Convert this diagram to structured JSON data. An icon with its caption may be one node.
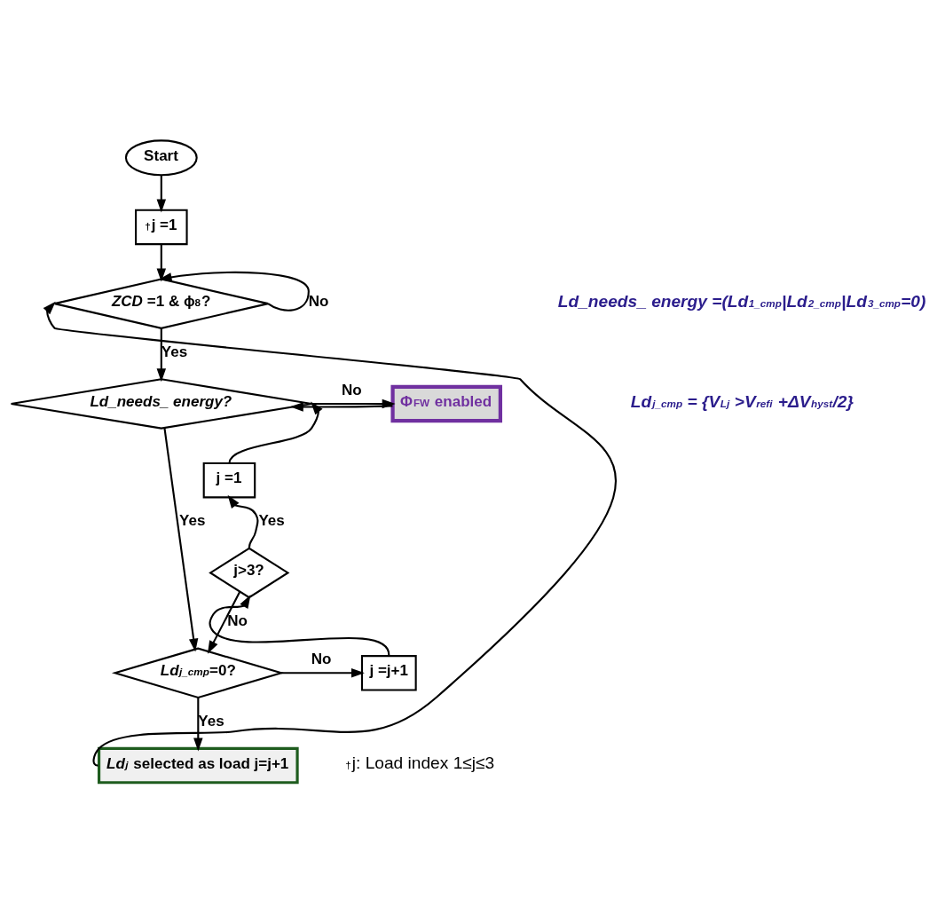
{
  "diagram": {
    "nodes": [
      {
        "text": [
          "Start"
        ]
      },
      {
        "text": [
          "$^{†}$j =1"
        ]
      },
      {
        "text": [
          "*ZCD* =1 & ϕ$_{8}$?"
        ]
      },
      {
        "text": [
          "*Ld_needs_ energy?*"
        ]
      },
      {
        "text": [
          "Φ$_{FW}$ enabled"
        ]
      },
      {
        "text": [
          "*Ld$_{j_cmp}$*=0?"
        ]
      },
      {
        "text": [
          "j =j+1"
        ]
      },
      {
        "text": [
          "j>3?"
        ]
      },
      {
        "text": [
          "j =1"
        ]
      },
      {
        "text": [
          "*Ld$_{j}$* selected as load j=j+1"
        ]
      }
    ],
    "edges": [
      {
        "from": 0,
        "to": 1,
        "arrow": "to"
      },
      {
        "from": 1,
        "to": 2,
        "arrow": "to"
      },
      {
        "from": 2,
        "to": 2,
        "arrow": "to",
        "label": "No"
      },
      {
        "from": 2,
        "to": 3,
        "arrow": "to",
        "label": "Yes"
      },
      {
        "from": 3,
        "to": 4,
        "arrow": "to",
        "label": "No"
      },
      {
        "from": 4,
        "to": 3,
        "arrow": "to"
      },
      {
        "from": 3,
        "to": 5,
        "arrow": "to",
        "label": "Yes"
      },
      {
        "from": 5,
        "to": 6,
        "arrow": "to",
        "label": "No"
      },
      {
        "from": 6,
        "to": 7,
        "arrow": "to"
      },
      {
        "from": 7,
        "to": 5,
        "arrow": "to",
        "label": "No"
      },
      {
        "from": 7,
        "to": 8,
        "arrow": "to",
        "label": "Yes"
      },
      {
        "from": 8,
        "to": 3,
        "arrow": "to"
      },
      {
        "from": 5,
        "to": 9,
        "arrow": "to",
        "label": "Yes"
      },
      {
        "from": 9,
        "to": 2,
        "arrow": "to"
      }
    ],
    "labels": [
      "Ld_needs_ energy =(Ld$_{1_cmp}$|Ld$_{2_cmp}$|Ld$_{3_cmp}$=0)",
      "Ld$_{j_cmp}$ = {V$_{Lj}$ >V$_{refi}$ +ΔV$_{hyst}$/2}",
      "$^{†}$j: Load index 1≤j≤3"
    ]
  }
}
